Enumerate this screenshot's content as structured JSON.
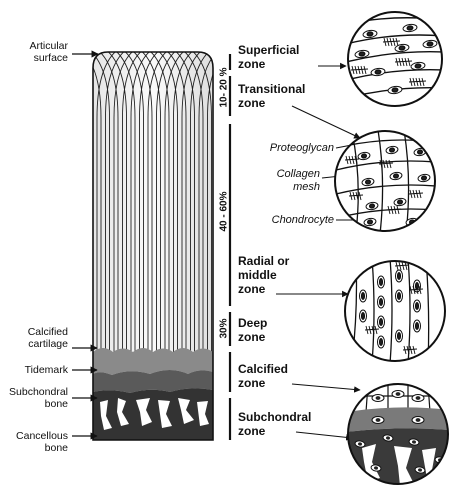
{
  "left_labels": {
    "articular_surface": [
      "Articular",
      "surface"
    ],
    "calcified_cartilage": [
      "Calcified",
      "cartilage"
    ],
    "tidemark": "Tidemark",
    "subchondral_bone": [
      "Subchondral",
      "bone"
    ],
    "cancellous_bone": [
      "Cancellous",
      "bone"
    ]
  },
  "percentages": {
    "superficial": "10- 20 %",
    "radial": "40 - 60%",
    "deep": "30%"
  },
  "zones": {
    "superficial": [
      "Superficial",
      "zone"
    ],
    "transitional": [
      "Transitional",
      "zone"
    ],
    "radial": [
      "Radial or",
      "middle",
      "zone"
    ],
    "deep": [
      "Deep",
      "zone"
    ],
    "calcified": [
      "Calcified",
      "zone"
    ],
    "subchondral": [
      "Subchondral",
      "zone"
    ]
  },
  "callouts": {
    "proteoglycan": "Proteoglycan",
    "collagen_mesh": [
      "Collagen",
      "mesh"
    ],
    "chondrocyte": "Chondrocyte"
  }
}
